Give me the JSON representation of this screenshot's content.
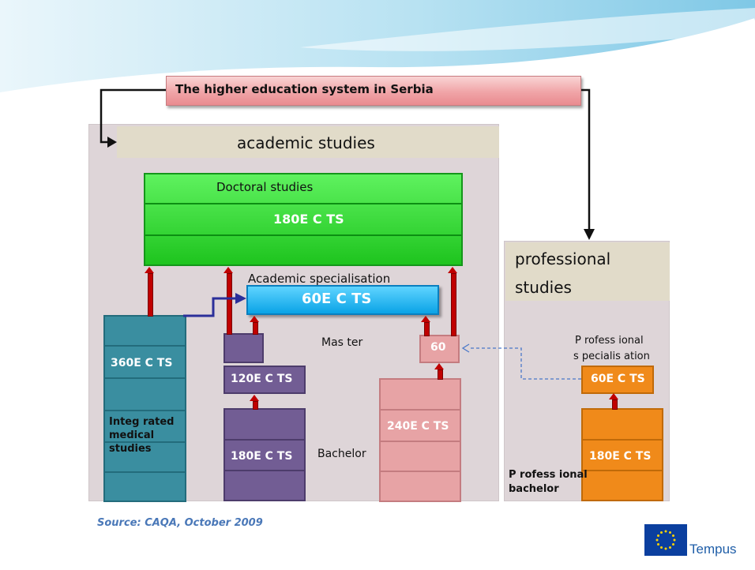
{
  "title": "The higher education system in Serbia",
  "academic": {
    "header": "academic studies",
    "doctoral_label": "Doctoral studies",
    "doctoral_ects": "180E C TS",
    "academic_spec_label": "Academic specialisation",
    "academic_spec_ects": "60E C TS",
    "integrated_ects": "360E C TS",
    "integrated_label": "Integ rated medical studies",
    "master_label": "Mas ter",
    "master_ects": "120E C TS",
    "bachelor_ects": "180E C TS",
    "bachelor_label": "Bachelor",
    "bachelor4_ects": "240E C TS",
    "sixty": "60"
  },
  "professional": {
    "header_line1": "professional",
    "header_line2": "studies",
    "spec_label_line1": "P rofess ional",
    "spec_label_line2": "s pecialis ation",
    "spec_ects": "60E C TS",
    "bachelor_ects": "180E C TS",
    "bachelor_label_line1": "P rofess ional",
    "bachelor_label_line2": "bachelor"
  },
  "source": "Source: CAQA, October 2009",
  "logo_text": "Tempus",
  "colors": {
    "green": "#1ec41e",
    "blue": "#0aa3e6",
    "teal": "#3a8ea0",
    "purple": "#725d94",
    "pink": "#e7a3a5",
    "orange": "#f08a1a",
    "arrow_red": "#c00000",
    "eu_blue": "#0b3f9f"
  }
}
